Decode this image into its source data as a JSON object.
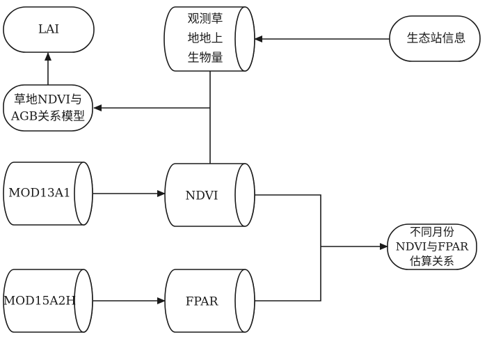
{
  "diagram": {
    "type": "flowchart",
    "nodes": {
      "lai": {
        "label": "LAI",
        "shape": "terminator"
      },
      "observed_agb": {
        "lines": [
          "观测草",
          "地地上",
          "生物量"
        ],
        "shape": "cylinder"
      },
      "eco_station": {
        "label": "生态站信息",
        "shape": "terminator"
      },
      "ndvi_agb_model": {
        "lines": [
          "草地NDVI与",
          "AGB关系模型"
        ],
        "shape": "terminator"
      },
      "mod13a1": {
        "label": "MOD13A1",
        "shape": "cylinder"
      },
      "ndvi": {
        "label": "NDVI",
        "shape": "cylinder"
      },
      "mod15a2h": {
        "label": "MOD15A2H",
        "shape": "cylinder"
      },
      "fpar": {
        "label": "FPAR",
        "shape": "cylinder"
      },
      "monthly_relation": {
        "lines": [
          "不同月份",
          "NDVI与FPAR",
          "估算关系"
        ],
        "shape": "terminator"
      }
    },
    "edges": [
      {
        "from": "eco_station",
        "to": "observed_agb"
      },
      {
        "from": "observed_agb",
        "to": "ndvi_agb_model",
        "via": "ndvi"
      },
      {
        "from": "ndvi_agb_model",
        "to": "lai"
      },
      {
        "from": "mod13a1",
        "to": "ndvi"
      },
      {
        "from": "mod15a2h",
        "to": "fpar"
      },
      {
        "from": "ndvi",
        "to": "monthly_relation"
      },
      {
        "from": "fpar",
        "to": "monthly_relation"
      }
    ],
    "colors": {
      "stroke": "#1a1a1a",
      "background": "#ffffff"
    }
  }
}
